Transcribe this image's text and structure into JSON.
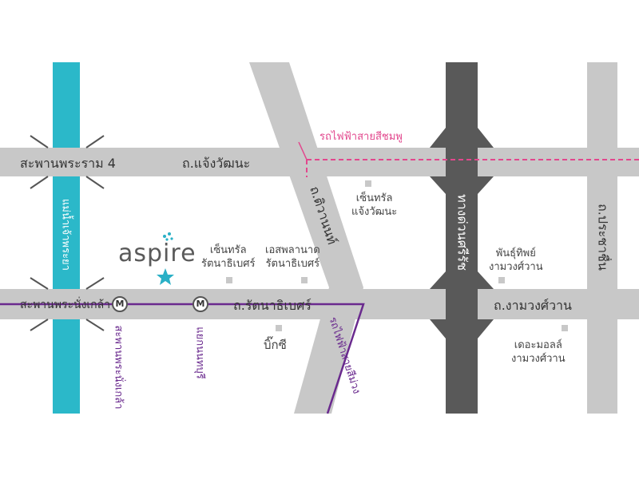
{
  "roads": {
    "chaengwattana": "ถ.แจ้งวัฒนะ",
    "rattanathibet": "ถ.รัตนาธิเบศร์",
    "ngamwongwan": "ถ.งามวงศ์วาน",
    "tiwanon": "ถ.ติวานนท์",
    "prachachuen": "ถ.ประชาชื่น",
    "expressway": "ทางด่วนศรีรัช"
  },
  "bridges": {
    "rama4": "สะพานพระราม 4",
    "phranangklao": "สะพานพระนั่งเกล้า"
  },
  "river": "แม่น้ำเจ้าพระยา",
  "rail": {
    "pink_line": "รถไฟฟ้าสายสีชมพู",
    "purple_line": "รถไฟฟ้าสายสีม่วง"
  },
  "stations": {
    "marker_label": "M",
    "phranangklao": "สะพานพระนั่งเกล้า",
    "yaek_nonthaburi": "แยกนนทบุรี"
  },
  "places": {
    "central_chaengwattana": [
      "เซ็นทรัล",
      "แจ้งวัฒนะ"
    ],
    "central_rattanathibet": [
      "เซ็นทรัล",
      "รัตนาธิเบศร์"
    ],
    "esplanade_rattanathibet": [
      "เอสพลานาด",
      "รัตนาธิเบศร์"
    ],
    "bigc": "บิ๊กซี",
    "pantip_ngamwongwan": [
      "พันธุ์ทิพย์",
      "งามวงศ์วาน"
    ],
    "the_mall_ngamwongwan": [
      "เดอะมอลล์",
      "งามวงศ์วาน"
    ]
  },
  "logo": {
    "text": "aspire"
  },
  "colors": {
    "road": "#c8c8c8",
    "expressway": "#595959",
    "river": "#2bb8c9",
    "pink_line": "#e2478d",
    "purple_line": "#6a2a8e",
    "star": "#2ab0c6"
  },
  "icons": {
    "project_marker": "star-icon",
    "mrt_station": "mrt-station-icon",
    "landmark": "landmark-square-icon"
  }
}
